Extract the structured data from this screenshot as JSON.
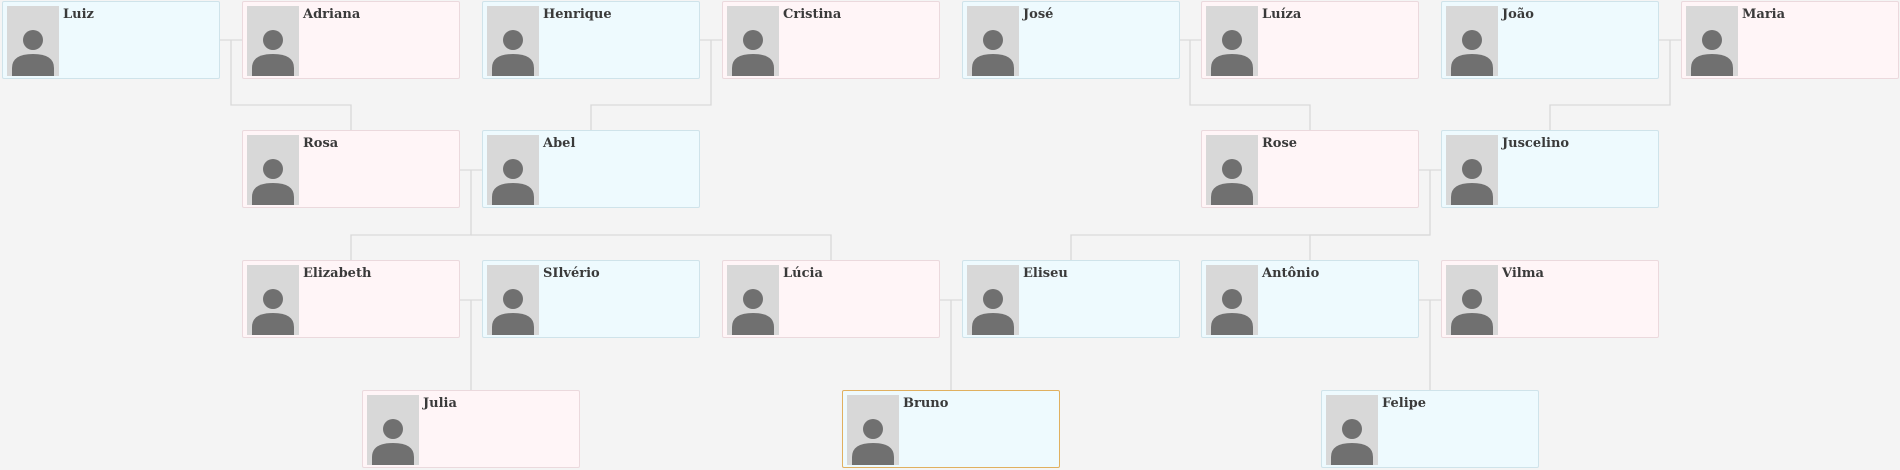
{
  "tree": {
    "people": [
      {
        "id": "luiz",
        "name": "Luiz",
        "gender": "male"
      },
      {
        "id": "adriana",
        "name": "Adriana",
        "gender": "female"
      },
      {
        "id": "henrique",
        "name": "Henrique",
        "gender": "male"
      },
      {
        "id": "cristina",
        "name": "Cristina",
        "gender": "female"
      },
      {
        "id": "jose",
        "name": "José",
        "gender": "male"
      },
      {
        "id": "luiza",
        "name": "Luíza",
        "gender": "female"
      },
      {
        "id": "joao",
        "name": "João",
        "gender": "male"
      },
      {
        "id": "maria",
        "name": "Maria",
        "gender": "female"
      },
      {
        "id": "rosa",
        "name": "Rosa",
        "gender": "female"
      },
      {
        "id": "abel",
        "name": "Abel",
        "gender": "male"
      },
      {
        "id": "rose",
        "name": "Rose",
        "gender": "female"
      },
      {
        "id": "juscelino",
        "name": "Juscelino",
        "gender": "male"
      },
      {
        "id": "elizabeth",
        "name": "Elizabeth",
        "gender": "female"
      },
      {
        "id": "silverio",
        "name": "SIlvério",
        "gender": "male"
      },
      {
        "id": "lucia",
        "name": "Lúcia",
        "gender": "female"
      },
      {
        "id": "eliseu",
        "name": "Eliseu",
        "gender": "male"
      },
      {
        "id": "antonio",
        "name": "Antônio",
        "gender": "male"
      },
      {
        "id": "vilma",
        "name": "Vilma",
        "gender": "female"
      },
      {
        "id": "julia",
        "name": "Julia",
        "gender": "female"
      },
      {
        "id": "bruno",
        "name": "Bruno",
        "gender": "male",
        "selected": true
      },
      {
        "id": "felipe",
        "name": "Felipe",
        "gender": "male"
      }
    ],
    "colors": {
      "male_bg": "#eefafe",
      "female_bg": "#fff5f7",
      "selected_border": "#e0b060",
      "connector": "#d9d9d9",
      "avatar": "#707070",
      "photo_bg": "#d8d8d8"
    }
  }
}
